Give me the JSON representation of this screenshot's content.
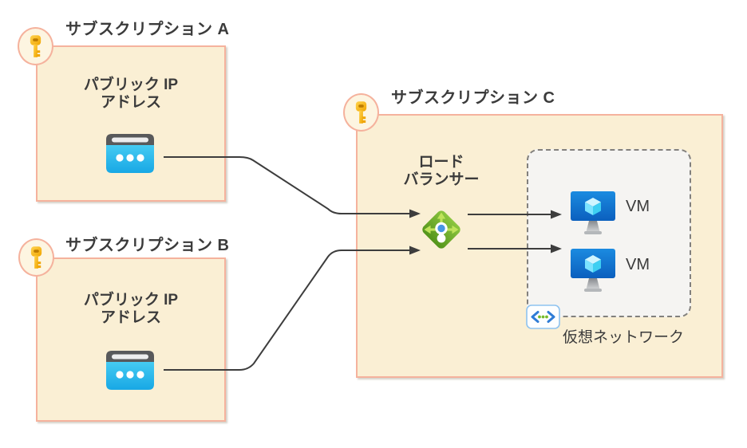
{
  "subscriptions": {
    "a": {
      "title": "サブスクリプション A",
      "resource": {
        "icon": "public-ip-icon",
        "label_line1": "パブリック IP",
        "label_line2": "アドレス"
      }
    },
    "b": {
      "title": "サブスクリプション B",
      "resource": {
        "icon": "public-ip-icon",
        "label_line1": "パブリック IP",
        "label_line2": "アドレス"
      }
    },
    "c": {
      "title": "サブスクリプション C",
      "load_balancer": {
        "icon": "load-balancer-icon",
        "label_line1": "ロード",
        "label_line2": "バランサー"
      },
      "virtual_network": {
        "icon": "virtual-network-icon",
        "label": "仮想ネットワーク",
        "vms": [
          {
            "icon": "virtual-machine-icon",
            "label": "VM"
          },
          {
            "icon": "virtual-machine-icon",
            "label": "VM"
          }
        ]
      }
    }
  },
  "connections": [
    {
      "from": "public-ip-a",
      "to": "load-balancer"
    },
    {
      "from": "public-ip-b",
      "to": "load-balancer"
    },
    {
      "from": "load-balancer",
      "to": "vm-1"
    },
    {
      "from": "load-balancer",
      "to": "vm-2"
    }
  ],
  "colors": {
    "box_fill": "#FAEFD4",
    "box_border": "#F5B29D",
    "text": "#3B3B3B",
    "arrow": "#3D3D3D",
    "key_gold": "#FFB900",
    "public_ip_cyan": "#29C3F1",
    "public_ip_bar": "#58595B",
    "load_balancer_green": "#76BC2D",
    "vm_blue": "#0F6CBD",
    "vm_cube": "#50E6FF",
    "vnet_fill": "#F5F4F2",
    "vnet_border": "#82807D",
    "vnet_bracket_blue": "#2E7CD6",
    "vnet_dot_green": "#76BC2D"
  }
}
